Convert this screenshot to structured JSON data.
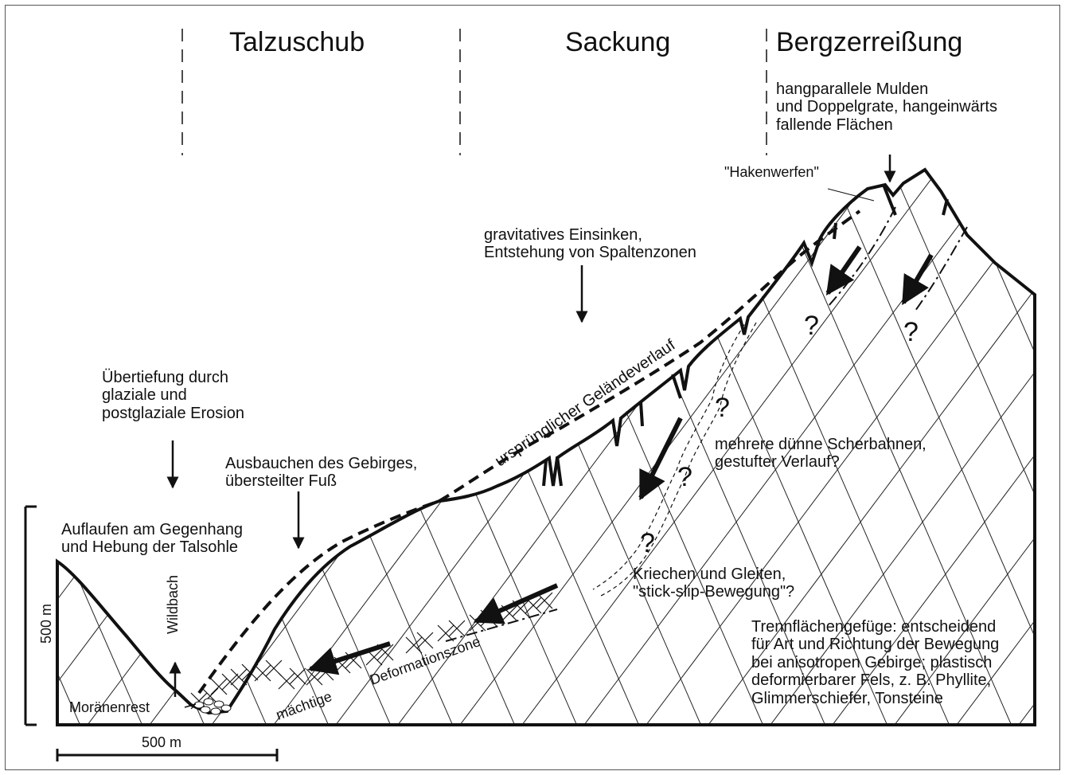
{
  "headers": {
    "talzuschub": "Talzuschub",
    "sackung": "Sackung",
    "bergzerreissung": "Bergzerreißung"
  },
  "annotations": {
    "bergzerreissung_note": "hangparallele Mulden\nund Doppelgrate, hangeinwärts\nfallende Flächen",
    "hakenwerfen": "\"Hakenwerfen\"",
    "einsinken": "gravitatives Einsinken,\nEntstehung von Spaltenzonen",
    "gelaendeverlauf": "ursprünglicher Geländeverlauf",
    "uebertiefung": "Übertiefung durch\nglaziale und\npostglaziale Erosion",
    "ausbauchen": "Ausbauchen des Gebirges,\nübersteilter Fuß",
    "auflaufen": "Auflaufen am Gegenhang\nund Hebung der Talsohle",
    "wildbach": "Wildbach",
    "moraenenrest": "Moränenrest",
    "maechtige": "mächtige",
    "deformationszone": "Deformationszone",
    "scherbahnen": "mehrere dünne Scherbahnen,\ngestufter Verlauf?",
    "kriechen": "Kriechen und Gleiten,\n\"stick-slip-Bewegung\"?",
    "trennflaechen": "Trennflächengefüge: entscheidend\nfür Art und Richtung der Bewegung\nbei anisotropen Gebirge; plastisch\ndeformierbarer Fels, z. B. Phyllite,\nGlimmerschiefer, Tonsteine",
    "question_mark": "?"
  },
  "scales": {
    "vertical": "500 m",
    "horizontal": "500 m"
  }
}
